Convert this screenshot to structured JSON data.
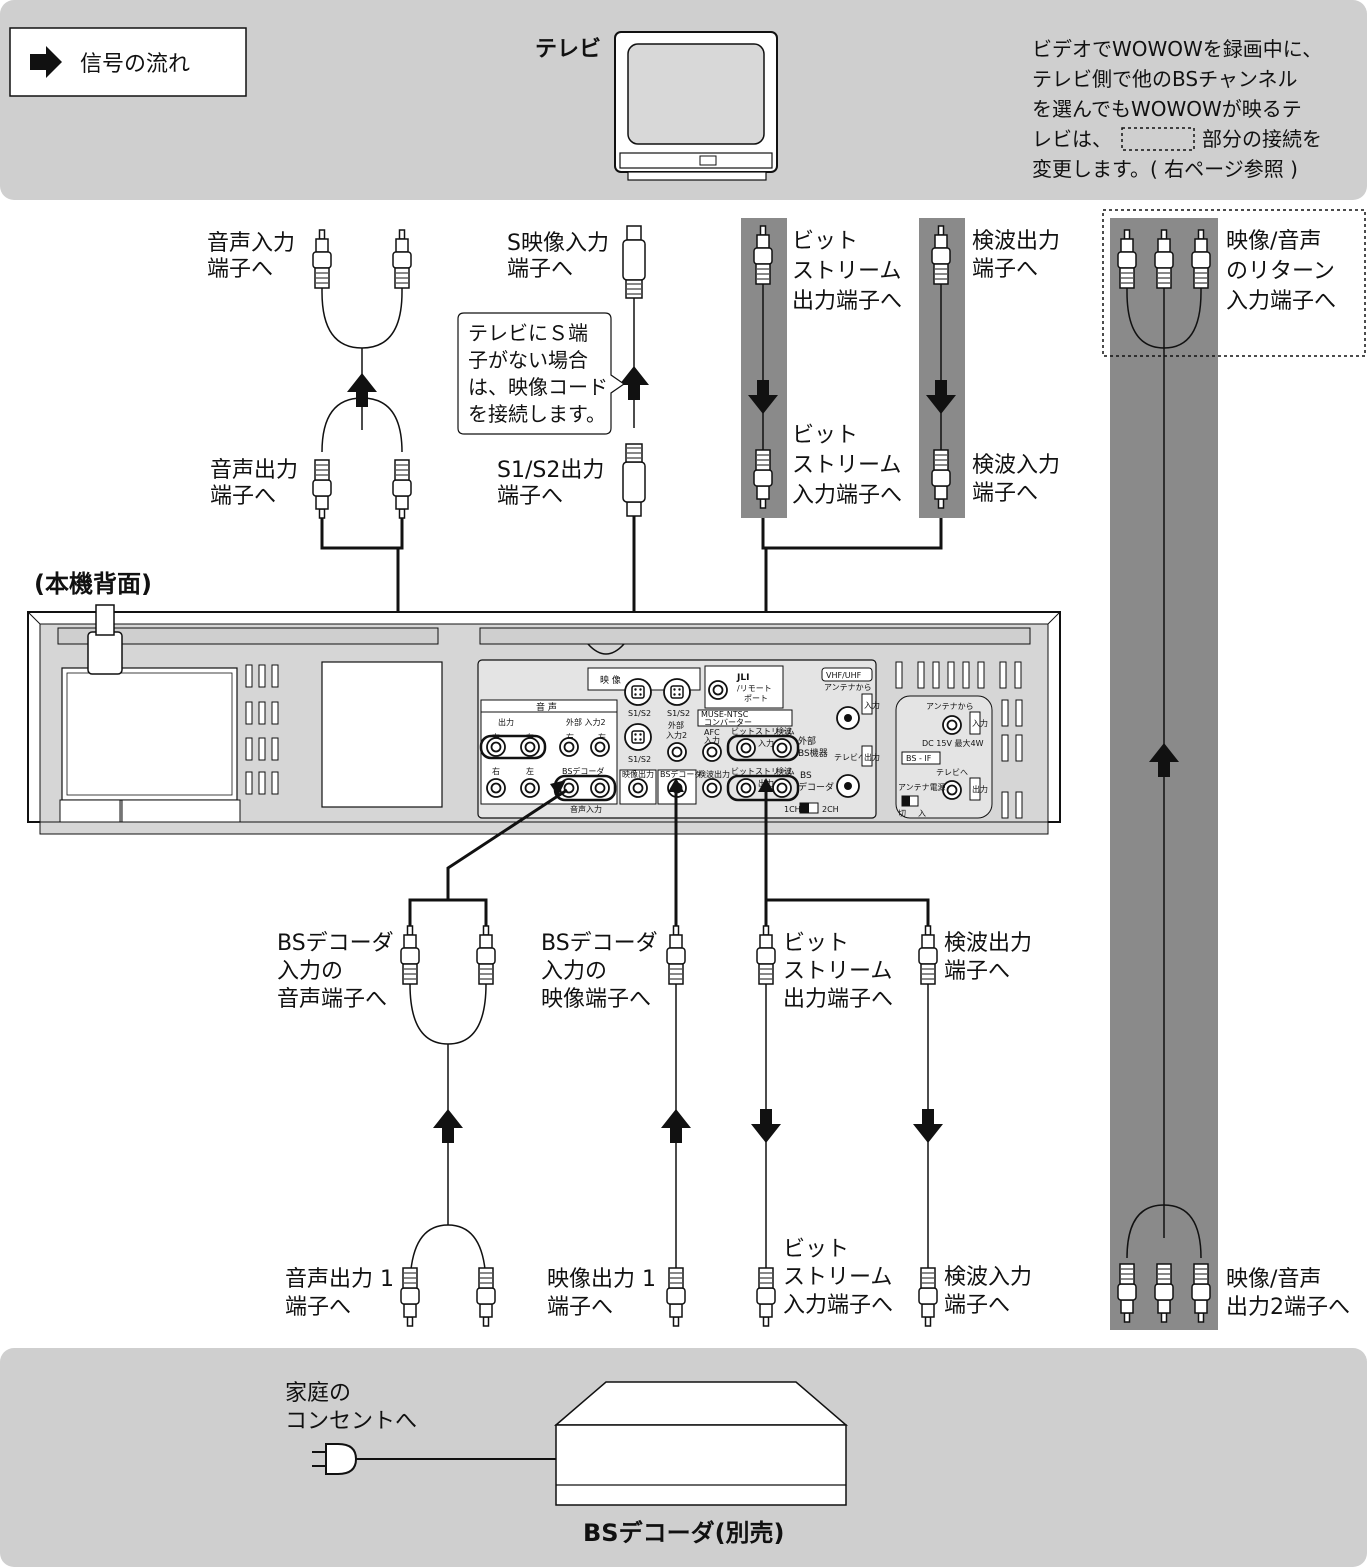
{
  "legend": {
    "label": "信号の流れ"
  },
  "tv": {
    "label": "テレビ"
  },
  "top_note": {
    "lines": [
      "ビデオでWOWOWを録画中に、",
      "テレビ側で他のBSチャンネル",
      "を選んでもWOWOWが映るテ",
      "レビは、",
      "部分の接続を",
      "変更します。( 右ページ参照 )"
    ]
  },
  "tv_side": {
    "audio_in": [
      "音声入力",
      "端子へ"
    ],
    "s_video_in": [
      "S映像入力",
      "端子へ"
    ],
    "bitstream_out": [
      "ビット",
      "ストリーム",
      "出力端子へ"
    ],
    "detect_out": [
      "検波出力",
      "端子へ"
    ],
    "return_in": [
      "映像/音声",
      "のリターン",
      "入力端子へ"
    ],
    "s_callout": [
      "テレビにＳ端",
      "子がない場合",
      "は、映像コード",
      "を接続します。"
    ]
  },
  "vcr_side_top": {
    "audio_out": [
      "音声出力",
      "端子へ"
    ],
    "s12_out": [
      "S1/S2出力",
      "端子へ"
    ],
    "bitstream_in": [
      "ビット",
      "ストリーム",
      "入力端子へ"
    ],
    "detect_in": [
      "検波入力",
      "端子へ"
    ]
  },
  "unit": {
    "title": "(本機背面)",
    "panel": {
      "eizou": "映 像",
      "onsei": "音 声",
      "output": "出力",
      "ext_in2": "外部 入力2",
      "right": "右",
      "left": "左",
      "bs_decoder": "BSデコーダ",
      "audio_in": "音声入力",
      "s1s2": "S1/S2",
      "gaibu": "外部",
      "nyuryoku2": "入力2",
      "eizo_out": "映像出力",
      "jlip": "JLI",
      "remote": "/リモート",
      "port": "ポート",
      "muse": "MUSE-NTSC",
      "converter": "コンバーター",
      "afc": "AFC",
      "afc_in": "入力",
      "bitstream": "ビットストリーム",
      "kenpa": "検波",
      "kenpa_out": "検波出力",
      "ext_bs": "外部",
      "ext_bs2": "BS機器",
      "bs": "BS",
      "decoder": "デコーダ",
      "ch1": "1CH",
      "ch2": "2CH",
      "vhf_uhf": "VHF/UHF",
      "antenna_from": "アンテナから",
      "to_tv": "テレビへ",
      "in_label": "入力",
      "out_label": "出力",
      "bs_antenna_from": "アンテナから",
      "dc": "DC 15V 最大4W",
      "bs_if": "BS - IF",
      "bs_to_tv": "テレビへ",
      "ant_power": "アンテナ電源",
      "off": "切",
      "on": "入"
    }
  },
  "decoder_side_top": {
    "bs_audio_in": [
      "BSデコーダ",
      "入力の",
      "音声端子へ"
    ],
    "bs_video_in": [
      "BSデコーダ",
      "入力の",
      "映像端子へ"
    ],
    "bitstream_out": [
      "ビット",
      "ストリーム",
      "出力端子へ"
    ],
    "detect_out": [
      "検波出力",
      "端子へ"
    ]
  },
  "decoder_side_bottom": {
    "audio_out1": [
      "音声出力 1",
      "端子へ"
    ],
    "video_out1": [
      "映像出力 1",
      "端子へ"
    ],
    "bitstream_in": [
      "ビット",
      "ストリーム",
      "入力端子へ"
    ],
    "detect_in": [
      "検波入力",
      "端子へ"
    ],
    "av_out2": [
      "映像/音声",
      "出力2端子へ"
    ]
  },
  "bottom": {
    "outlet": [
      "家庭の",
      "コンセントへ"
    ],
    "decoder_label": "BSデコーダ(別売)"
  },
  "colors": {
    "panel_bg": "#cfcfcf",
    "dark_band": "#8a8a8a",
    "line": "#111111"
  }
}
